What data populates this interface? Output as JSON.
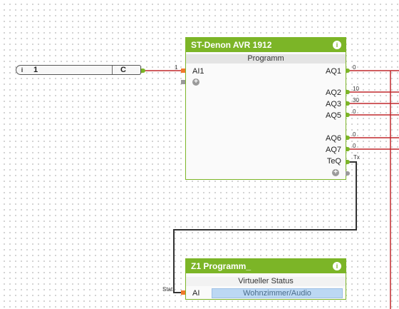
{
  "constant_block": {
    "info_glyph": "i",
    "value": "1",
    "type_label": "C"
  },
  "block_avr": {
    "title": "ST-Denon AVR 1912",
    "subtitle": "Programm",
    "inputs": [
      "AI1"
    ],
    "outputs": [
      "AQ1",
      "AQ2",
      "AQ3",
      "AQ5",
      "AQ6",
      "AQ7",
      "TeQ"
    ]
  },
  "block_z1": {
    "title": "Z1 Programm_",
    "subtitle": "Virtueller Status",
    "input": "AI",
    "selected_value": "Wohnzimmer/Audio"
  },
  "wire_values": {
    "ai1_in": "1",
    "aq1": "0",
    "aq2": "10",
    "aq3": "30",
    "aq5": "0",
    "aq6": "0",
    "aq7": "0",
    "teq": "Tx",
    "z1_in": "Stat"
  },
  "colors": {
    "block_green": "#7cb527",
    "wire_red": "#c0282d",
    "wire_dark": "#333333",
    "input_orange": "#f07a2c"
  }
}
